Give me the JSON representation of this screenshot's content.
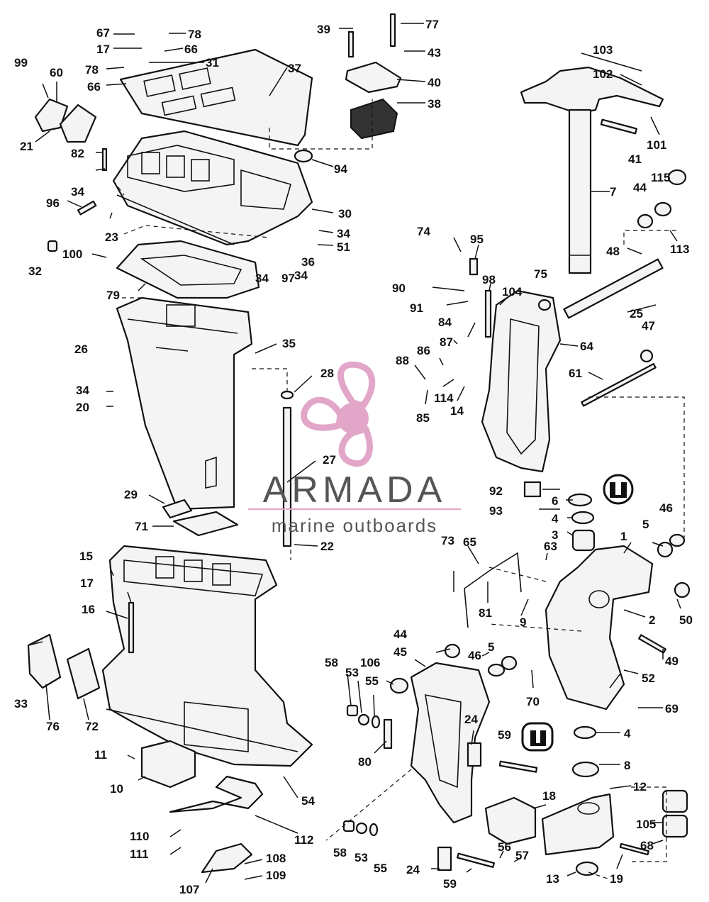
{
  "watermark": {
    "brand": "ARMADA",
    "tagline": "marine outboards",
    "logo_color": "#e2a6c9",
    "text_color": "#555555",
    "divider_color": "#e2a6c9",
    "logo_icon": "propeller-icon"
  },
  "callouts": {
    "p1": "1",
    "p2": "2",
    "p3": "3",
    "p4a": "4",
    "p4b": "4",
    "p5a": "5",
    "p5b": "5",
    "p6": "6",
    "p7": "7",
    "p8": "8",
    "p9": "9",
    "p10": "10",
    "p11": "11",
    "p12": "12",
    "p13": "13",
    "p14": "14",
    "p15": "15",
    "p16": "16",
    "p17a": "17",
    "p17b": "17",
    "p18": "18",
    "p19": "19",
    "p20": "20",
    "p21": "21",
    "p22": "22",
    "p23": "23",
    "p24a": "24",
    "p24b": "24",
    "p25": "25",
    "p26": "26",
    "p27": "27",
    "p28": "28",
    "p29": "29",
    "p30": "30",
    "p31": "31",
    "p32": "32",
    "p33": "33",
    "p34a": "34",
    "p34b": "34",
    "p34c": "34",
    "p34d": "34",
    "p34e": "34",
    "p35": "35",
    "p36": "36",
    "p37": "37",
    "p38": "38",
    "p39": "39",
    "p40": "40",
    "p41": "41",
    "p43": "43",
    "p44a": "44",
    "p44b": "44",
    "p45": "45",
    "p46a": "46",
    "p46b": "46",
    "p47": "47",
    "p48": "48",
    "p49": "49",
    "p50": "50",
    "p51": "51",
    "p52": "52",
    "p53a": "53",
    "p53b": "53",
    "p54": "54",
    "p55a": "55",
    "p55b": "55",
    "p56": "56",
    "p57": "57",
    "p58a": "58",
    "p58b": "58",
    "p59a": "59",
    "p59b": "59",
    "p60": "60",
    "p61": "61",
    "p63": "63",
    "p64": "64",
    "p65": "65",
    "p66a": "66",
    "p66b": "66",
    "p67": "67",
    "p68": "68",
    "p69": "69",
    "p70": "70",
    "p71": "71",
    "p72": "72",
    "p73": "73",
    "p74": "74",
    "p75": "75",
    "p76": "76",
    "p77": "77",
    "p78a": "78",
    "p78b": "78",
    "p79": "79",
    "p80": "80",
    "p81": "81",
    "p82": "82",
    "p84": "84",
    "p85": "85",
    "p86": "86",
    "p87": "87",
    "p88": "88",
    "p90": "90",
    "p91": "91",
    "p92": "92",
    "p93": "93",
    "p94": "94",
    "p95": "95",
    "p96": "96",
    "p97": "97",
    "p98": "98",
    "p99": "99",
    "p100": "100",
    "p101": "101",
    "p102": "102",
    "p103": "103",
    "p104": "104",
    "p105": "105",
    "p106": "106",
    "p107": "107",
    "p108": "108",
    "p109": "109",
    "p110": "110",
    "p111": "111",
    "p112": "112",
    "p113": "113",
    "p114": "114",
    "p115": "115"
  }
}
